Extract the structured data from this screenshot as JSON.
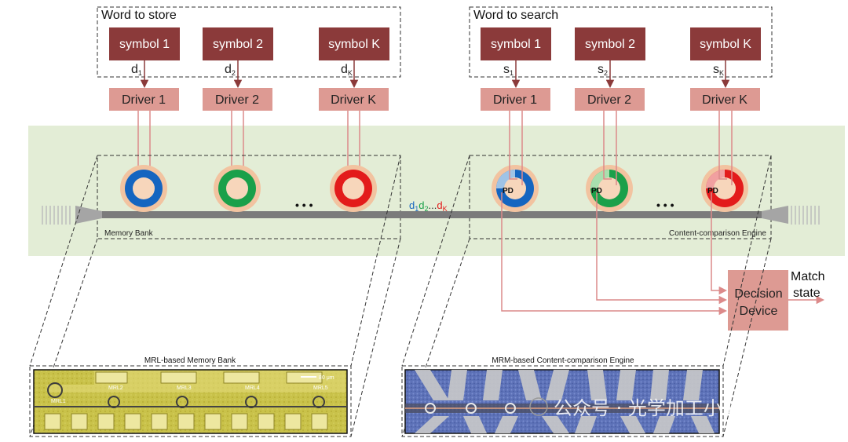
{
  "store": {
    "title": "Word to store",
    "symbols": [
      "symbol 1",
      "symbol 2",
      "symbol K"
    ],
    "signals": [
      "d",
      "d",
      "d"
    ],
    "signal_subs": [
      "1",
      "2",
      "K"
    ],
    "drivers": [
      "Driver 1",
      "Driver 2",
      "Driver K"
    ]
  },
  "search": {
    "title": "Word to search",
    "symbols": [
      "symbol 1",
      "symbol 2",
      "symbol K"
    ],
    "signals": [
      "s",
      "s",
      "s"
    ],
    "signal_subs": [
      "1",
      "2",
      "K"
    ],
    "drivers": [
      "Driver 1",
      "Driver 2",
      "Driver K"
    ]
  },
  "bus": {
    "d1": "d",
    "d1_sub": "1",
    "d2": "d",
    "d2_sub": "2",
    "ellipsis": "...",
    "dk": "d",
    "dk_sub": "K"
  },
  "ring_colors": [
    "#1565c0",
    "#1aa04a",
    "#e31b1b"
  ],
  "ellipsis": "• • •",
  "pd_label": "PD",
  "memory_bank_label": "Memory Bank",
  "engine_label": "Content-comparison Engine",
  "decision": {
    "line1": "Decision",
    "line2": "Device"
  },
  "match": {
    "line1": "Match",
    "line2": "state"
  },
  "chip_left": {
    "title": "MRL-based Memory Bank",
    "rings": [
      "MRL1",
      "MRL2",
      "MRL3",
      "MRL4",
      "MRL5"
    ],
    "scale": "80 μm"
  },
  "chip_right": {
    "title": "MRM-based Content-comparison Engine"
  },
  "watermark": "公众号 · 光学加工小助手"
}
